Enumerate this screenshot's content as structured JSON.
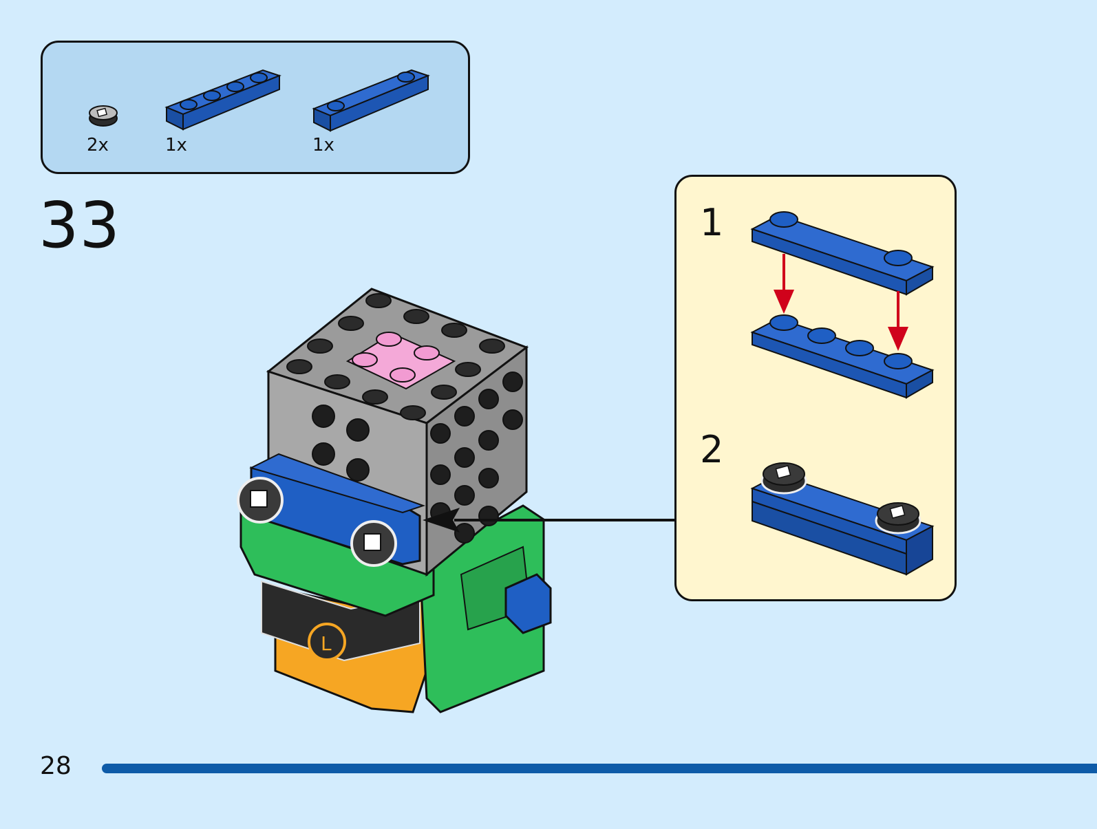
{
  "parts_list": {
    "items": [
      {
        "qty": "2x",
        "part_icon": "round-tile-printed-icon",
        "color": "#3a3a3a"
      },
      {
        "qty": "1x",
        "part_icon": "plate-1x4-icon",
        "color": "#1f5fc4"
      },
      {
        "qty": "1x",
        "part_icon": "plate-1x4-two-studs-icon",
        "color": "#1f5fc4"
      }
    ]
  },
  "step": {
    "number": "33"
  },
  "substeps": [
    {
      "label": "1"
    },
    {
      "label": "2"
    }
  ],
  "page": {
    "number": "28"
  },
  "colors": {
    "background": "#d3ecfd",
    "parts_box": "#b4d8f2",
    "substep_box": "#fff6cf",
    "brick_blue": "#1f5fc4",
    "brick_gray": "#a3a3a3",
    "brick_green": "#2ebe5a",
    "brick_orange": "#f6a623",
    "brick_pink": "#f4a9d8",
    "arrow_red": "#d0021b",
    "rule_blue": "#0e5ba8"
  }
}
